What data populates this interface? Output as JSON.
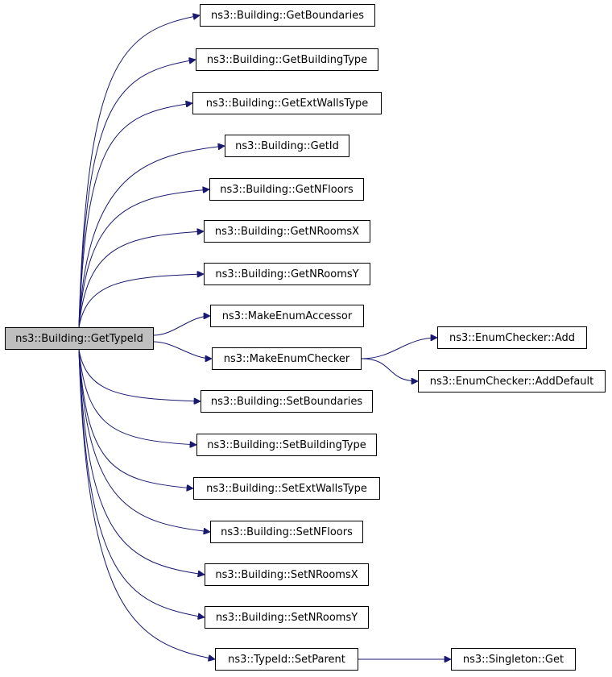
{
  "colors": {
    "edge": "#191970",
    "root_fill": "#bfbfbf",
    "node_fill": "#ffffff",
    "node_border": "#000000"
  },
  "nodes": [
    {
      "id": "root",
      "label": "ns3::Building::GetTypeId"
    },
    {
      "id": "n1",
      "label": "ns3::Building::GetBoundaries"
    },
    {
      "id": "n2",
      "label": "ns3::Building::GetBuildingType"
    },
    {
      "id": "n3",
      "label": "ns3::Building::GetExtWallsType"
    },
    {
      "id": "n4",
      "label": "ns3::Building::GetId"
    },
    {
      "id": "n5",
      "label": "ns3::Building::GetNFloors"
    },
    {
      "id": "n6",
      "label": "ns3::Building::GetNRoomsX"
    },
    {
      "id": "n7",
      "label": "ns3::Building::GetNRoomsY"
    },
    {
      "id": "n8",
      "label": "ns3::MakeEnumAccessor"
    },
    {
      "id": "n9",
      "label": "ns3::MakeEnumChecker"
    },
    {
      "id": "n10",
      "label": "ns3::Building::SetBoundaries"
    },
    {
      "id": "n11",
      "label": "ns3::Building::SetBuildingType"
    },
    {
      "id": "n12",
      "label": "ns3::Building::SetExtWallsType"
    },
    {
      "id": "n13",
      "label": "ns3::Building::SetNFloors"
    },
    {
      "id": "n14",
      "label": "ns3::Building::SetNRoomsX"
    },
    {
      "id": "n15",
      "label": "ns3::Building::SetNRoomsY"
    },
    {
      "id": "n16",
      "label": "ns3::TypeId::SetParent"
    },
    {
      "id": "n17",
      "label": "ns3::EnumChecker::Add"
    },
    {
      "id": "n18",
      "label": "ns3::EnumChecker::AddDefault"
    },
    {
      "id": "n19",
      "label": "ns3::Singleton::Get"
    }
  ],
  "edges": [
    [
      "root",
      "n1"
    ],
    [
      "root",
      "n2"
    ],
    [
      "root",
      "n3"
    ],
    [
      "root",
      "n4"
    ],
    [
      "root",
      "n5"
    ],
    [
      "root",
      "n6"
    ],
    [
      "root",
      "n7"
    ],
    [
      "root",
      "n8"
    ],
    [
      "root",
      "n9"
    ],
    [
      "root",
      "n10"
    ],
    [
      "root",
      "n11"
    ],
    [
      "root",
      "n12"
    ],
    [
      "root",
      "n13"
    ],
    [
      "root",
      "n14"
    ],
    [
      "root",
      "n15"
    ],
    [
      "root",
      "n16"
    ],
    [
      "n9",
      "n17"
    ],
    [
      "n9",
      "n18"
    ],
    [
      "n16",
      "n19"
    ]
  ]
}
